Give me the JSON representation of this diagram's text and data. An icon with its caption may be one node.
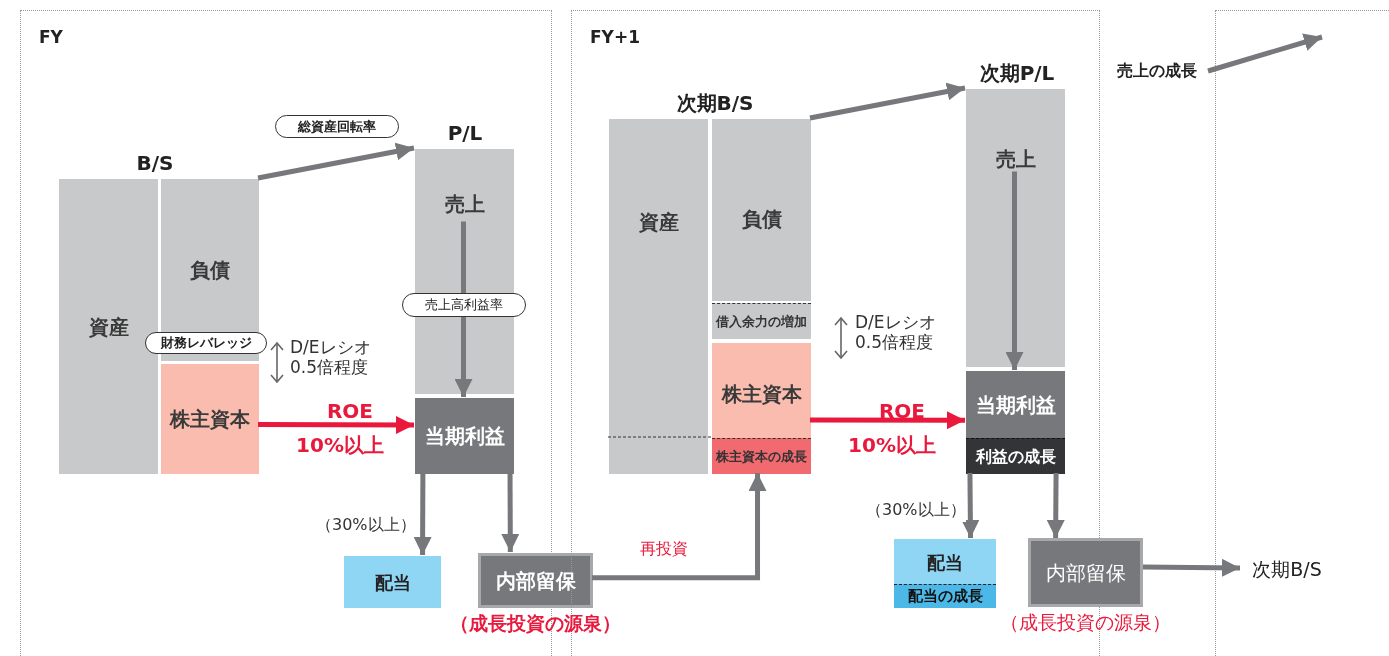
{
  "diagram": {
    "nodes": [
      {
        "text": [
          "FY"
        ]
      },
      {
        "text": [
          "資産"
        ],
        "in": 0
      },
      {
        "text": [
          "負債"
        ],
        "in": 0
      },
      {
        "text": [
          "株主資本"
        ],
        "in": 0
      },
      {
        "text": [
          "売上"
        ],
        "in": 0
      },
      {
        "text": [
          "当期利益"
        ],
        "in": 0
      },
      {
        "text": [
          "配当"
        ],
        "in": 0
      },
      {
        "text": [
          "内部留保"
        ],
        "in": 0,
        "beside": [
          "（成長投資の源泉）"
        ]
      },
      {
        "text": [
          "総資産回転率"
        ],
        "in": 0
      },
      {
        "text": [
          "財務レバレッジ"
        ],
        "in": 0
      },
      {
        "text": [
          "FY+1"
        ]
      },
      {
        "text": [
          "資産"
        ],
        "in": 10
      },
      {
        "text": [
          "負債"
        ],
        "in": 10
      },
      {
        "text": [
          "借入余力の増加"
        ],
        "in": 10
      },
      {
        "text": [
          "株主資本"
        ],
        "in": 10
      },
      {
        "text": [
          "株主資本の成長"
        ],
        "in": 10
      },
      {
        "text": [
          "売上"
        ],
        "in": 10
      },
      {
        "text": [
          "当期利益"
        ],
        "in": 10
      },
      {
        "text": [
          "利益の成長"
        ],
        "in": 10
      },
      {
        "text": [
          "配当"
        ],
        "in": 10
      },
      {
        "text": [
          "配当の成長"
        ],
        "in": 19
      },
      {
        "text": [
          "内部留保"
        ],
        "beside": [
          "（成長投資の源泉）"
        ]
      },
      {
        "text": [
          "売上の成長"
        ]
      },
      {
        "text": [],
        "shape": "box"
      },
      {
        "text": [
          "次期B/S"
        ],
        "in": 23
      }
    ],
    "edges": [
      {
        "from": 2,
        "to": 4,
        "arrow": "to"
      },
      {
        "from": 4,
        "to": 5,
        "arrow": "to",
        "label": "売上高利益率"
      },
      {
        "from": 3,
        "to": 5,
        "arrow": "to",
        "color": "#e8193c"
      },
      {
        "from": 5,
        "to": 6,
        "arrow": "to",
        "label": "（30%以上）"
      },
      {
        "from": 5,
        "to": 7,
        "arrow": "to"
      },
      {
        "from": 7,
        "to": 15,
        "arrow": "to",
        "label": "再投資"
      },
      {
        "from": 12,
        "to": 16,
        "arrow": "to"
      },
      {
        "from": 16,
        "to": 17,
        "arrow": "to"
      },
      {
        "from": 14,
        "to": 17,
        "arrow": "to",
        "color": "#e8193c"
      },
      {
        "from": 18,
        "to": 19,
        "arrow": "to",
        "label": "（30%以上）"
      },
      {
        "from": 18,
        "to": 21,
        "arrow": "to"
      },
      {
        "from": 21,
        "to": 24,
        "arrow": "to"
      },
      {
        "from": 22,
        "to": 23,
        "arrow": "to"
      }
    ],
    "labels": [
      "B/S",
      "P/L",
      "D/Eレシオ 0.5倍程度",
      "ROE",
      "10%以上",
      "次期B/S",
      "次期P/L",
      "D/Eレシオ 0.5倍程度",
      "ROE",
      "10%以上"
    ]
  }
}
